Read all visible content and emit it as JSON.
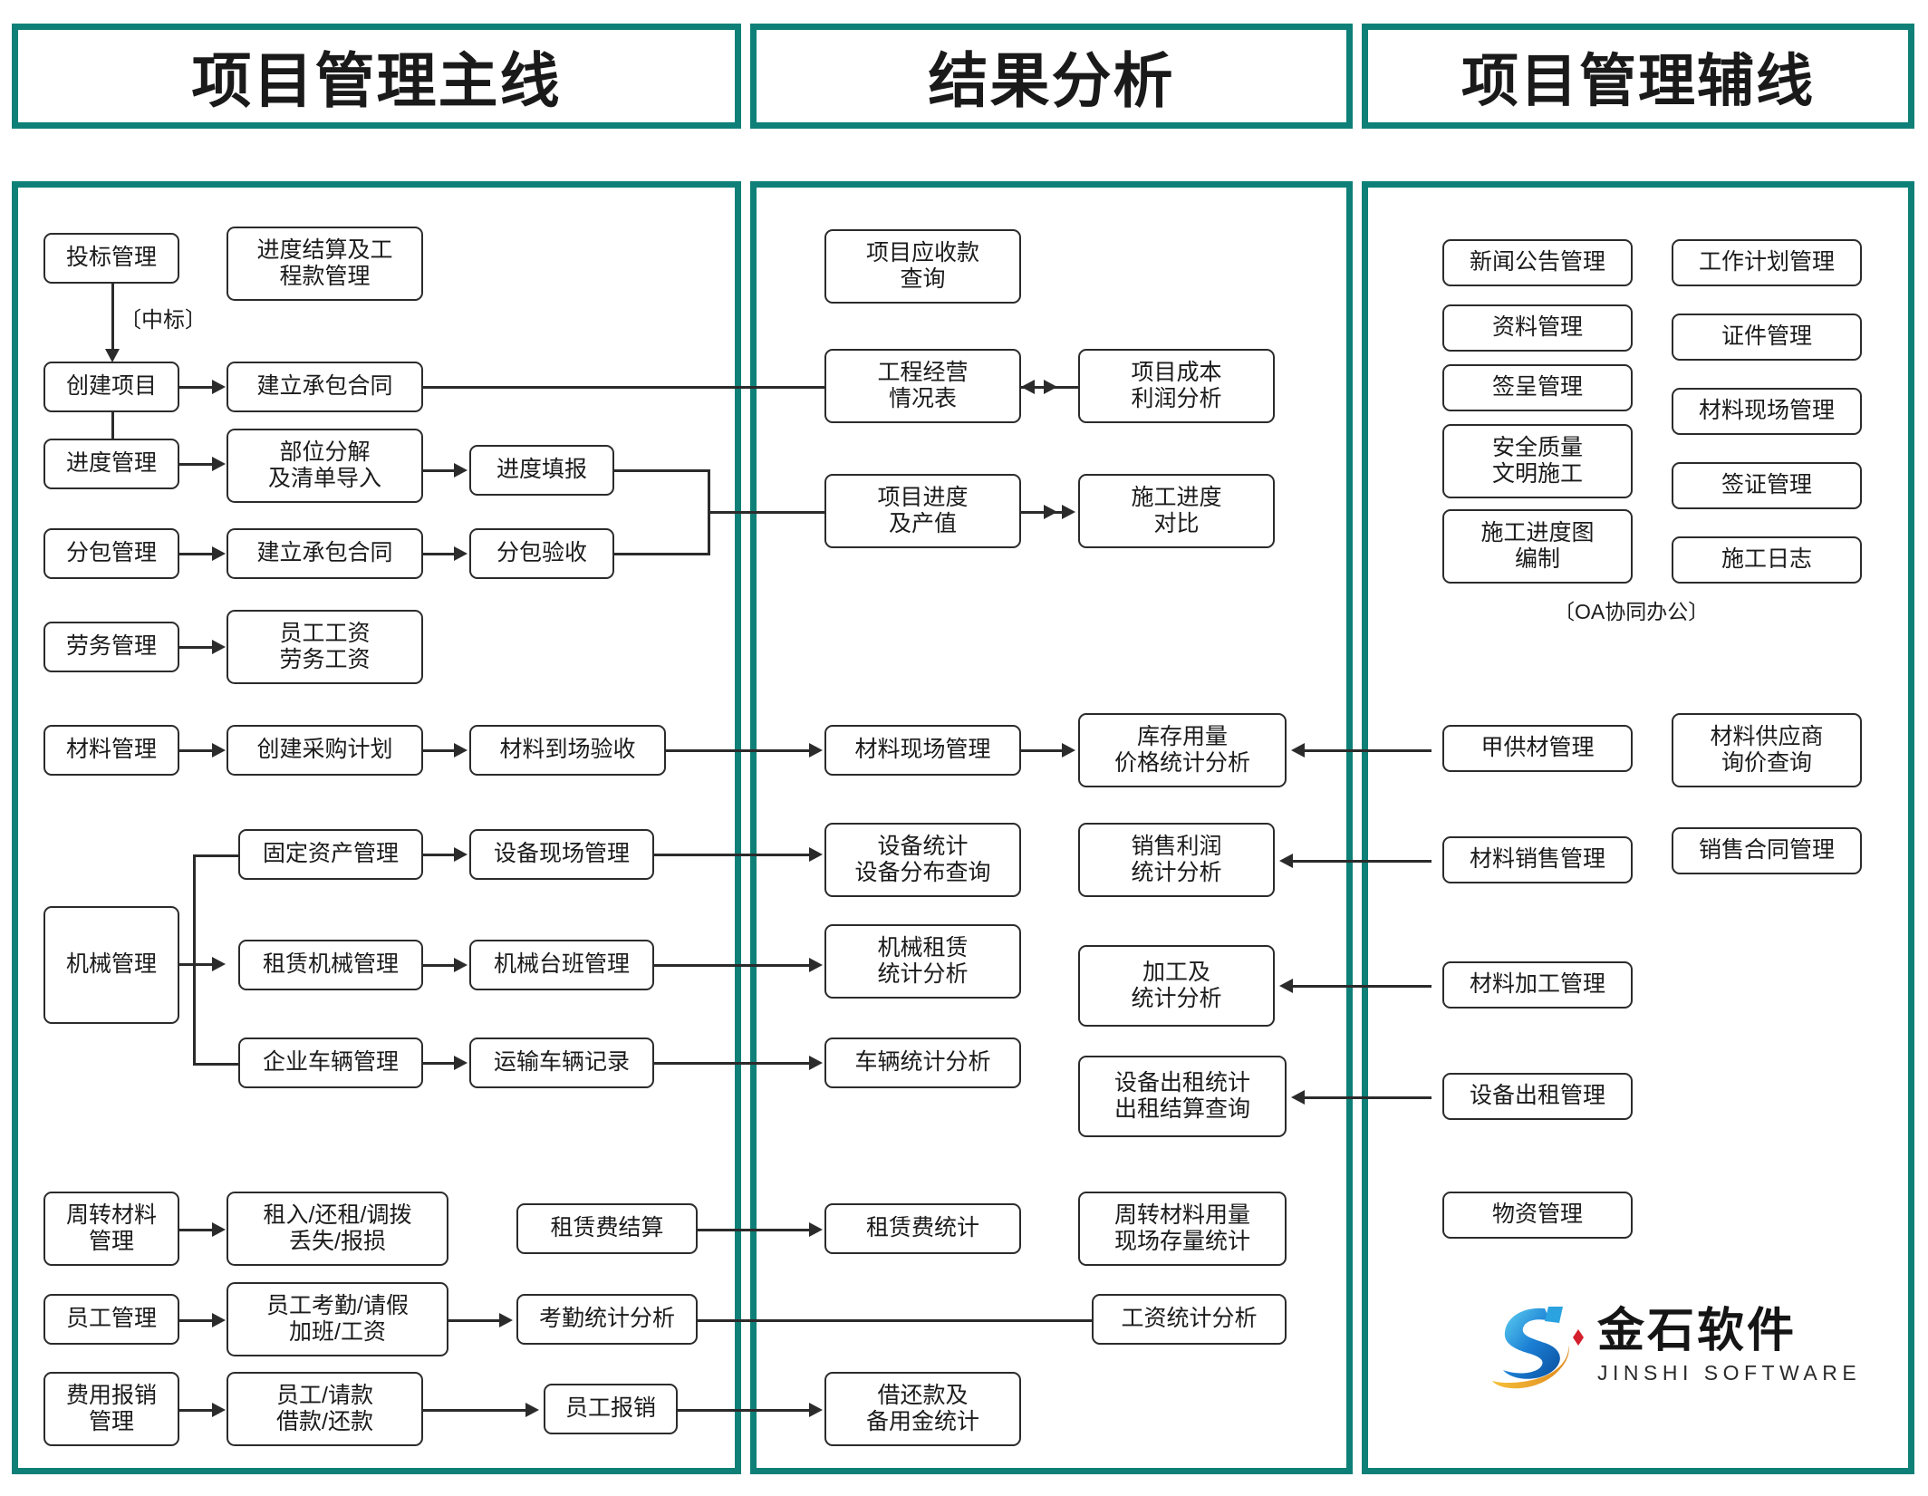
{
  "theme": {
    "accent": "#0e8078",
    "box_border": "#2b2b2b",
    "text": "#1b1b1b"
  },
  "headers": [
    {
      "title": "项目管理主线"
    },
    {
      "title": "结果分析"
    },
    {
      "title": "项目管理辅线"
    }
  ],
  "annotations": {
    "win_bid": "〔中标〕",
    "oa": "〔OA协同办公〕"
  },
  "main_line": {
    "boxes": [
      {
        "label": "投标管理"
      },
      {
        "label": "进度结算及工\n程款管理"
      },
      {
        "label": "创建项目"
      },
      {
        "label": "建立承包合同"
      },
      {
        "label": "进度管理"
      },
      {
        "label": "部位分解\n及清单导入"
      },
      {
        "label": "进度填报"
      },
      {
        "label": "分包管理"
      },
      {
        "label": "建立承包合同"
      },
      {
        "label": "分包验收"
      },
      {
        "label": "劳务管理"
      },
      {
        "label": "员工工资\n劳务工资"
      },
      {
        "label": "材料管理"
      },
      {
        "label": "创建采购计划"
      },
      {
        "label": "材料到场验收"
      },
      {
        "label": "机械管理"
      },
      {
        "label": "固定资产管理"
      },
      {
        "label": "设备现场管理"
      },
      {
        "label": "租赁机械管理"
      },
      {
        "label": "机械台班管理"
      },
      {
        "label": "企业车辆管理"
      },
      {
        "label": "运输车辆记录"
      },
      {
        "label": "周转材料\n管理"
      },
      {
        "label": "租入/还租/调拨\n丢失/报损"
      },
      {
        "label": "租赁费结算"
      },
      {
        "label": "员工管理"
      },
      {
        "label": "员工考勤/请假\n加班/工资"
      },
      {
        "label": "考勤统计分析"
      },
      {
        "label": "费用报销\n管理"
      },
      {
        "label": "员工/请款\n借款/还款"
      },
      {
        "label": "员工报销"
      }
    ]
  },
  "analysis": {
    "boxes": [
      {
        "label": "项目应收款\n查询"
      },
      {
        "label": "工程经营\n情况表"
      },
      {
        "label": "项目成本\n利润分析"
      },
      {
        "label": "项目进度\n及产值"
      },
      {
        "label": "施工进度\n对比"
      },
      {
        "label": "材料现场管理"
      },
      {
        "label": "库存用量\n价格统计分析"
      },
      {
        "label": "设备统计\n设备分布查询"
      },
      {
        "label": "销售利润\n统计分析"
      },
      {
        "label": "机械租赁\n统计分析"
      },
      {
        "label": "加工及\n统计分析"
      },
      {
        "label": "车辆统计分析"
      },
      {
        "label": "设备出租统计\n出租结算查询"
      },
      {
        "label": "租赁费统计"
      },
      {
        "label": "周转材料用量\n现场存量统计"
      },
      {
        "label": "工资统计分析"
      },
      {
        "label": "借还款及\n备用金统计"
      }
    ]
  },
  "aux_line": {
    "boxes": [
      {
        "label": "新闻公告管理"
      },
      {
        "label": "工作计划管理"
      },
      {
        "label": "资料管理"
      },
      {
        "label": "证件管理"
      },
      {
        "label": "签呈管理"
      },
      {
        "label": "材料现场管理"
      },
      {
        "label": "安全质量\n文明施工"
      },
      {
        "label": "签证管理"
      },
      {
        "label": "施工进度图\n编制"
      },
      {
        "label": "施工日志"
      },
      {
        "label": "甲供材管理"
      },
      {
        "label": "材料供应商\n询价查询"
      },
      {
        "label": "材料销售管理"
      },
      {
        "label": "销售合同管理"
      },
      {
        "label": "材料加工管理"
      },
      {
        "label": "设备出租管理"
      },
      {
        "label": "物资管理"
      }
    ]
  },
  "logo": {
    "cn": "金石软件",
    "en": "JINSHI SOFTWARE"
  }
}
